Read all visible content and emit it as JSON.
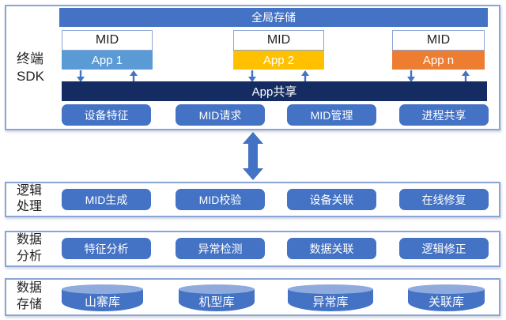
{
  "colors": {
    "accent": "#4472C4",
    "app1": "#5B9BD5",
    "app2": "#FFC000",
    "appn": "#ED7D31",
    "share_bar": "#152C62",
    "cylinder_top": "#8FAADC",
    "section_border": "#8BA4D6"
  },
  "sdk": {
    "label_line1": "终端",
    "label_line2": "SDK",
    "global_storage": "全局存储",
    "share_bar": "App共享",
    "stacks": [
      {
        "mid": "MID",
        "app": "App 1",
        "color": "#5B9BD5"
      },
      {
        "mid": "MID",
        "app": "App 2",
        "color": "#FFC000"
      },
      {
        "mid": "MID",
        "app": "App n",
        "color": "#ED7D31"
      }
    ],
    "buttons": [
      "设备特征",
      "MID请求",
      "MID管理",
      "进程共享"
    ]
  },
  "rows": [
    {
      "label_line1": "逻辑",
      "label_line2": "处理",
      "items": [
        "MID生成",
        "MID校验",
        "设备关联",
        "在线修复"
      ]
    },
    {
      "label_line1": "数据",
      "label_line2": "分析",
      "items": [
        "特征分析",
        "异常检测",
        "数据关联",
        "逻辑修正"
      ]
    },
    {
      "label_line1": "数据",
      "label_line2": "存储",
      "items": [
        "山寨库",
        "机型库",
        "异常库",
        "关联库"
      ]
    }
  ]
}
